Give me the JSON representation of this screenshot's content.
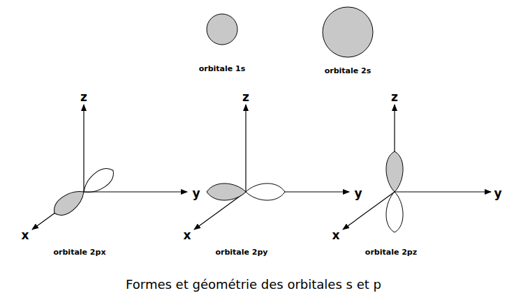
{
  "diagram": {
    "caption": "Formes et géométrie des orbitales s et p",
    "labels": [
      "orbitale 1s",
      "orbitale 2s",
      "z",
      "y",
      "x",
      "orbitale 2px",
      "z",
      "y",
      "x",
      "orbitale 2py",
      "z",
      "y",
      "x",
      "orbitale 2pz"
    ]
  }
}
